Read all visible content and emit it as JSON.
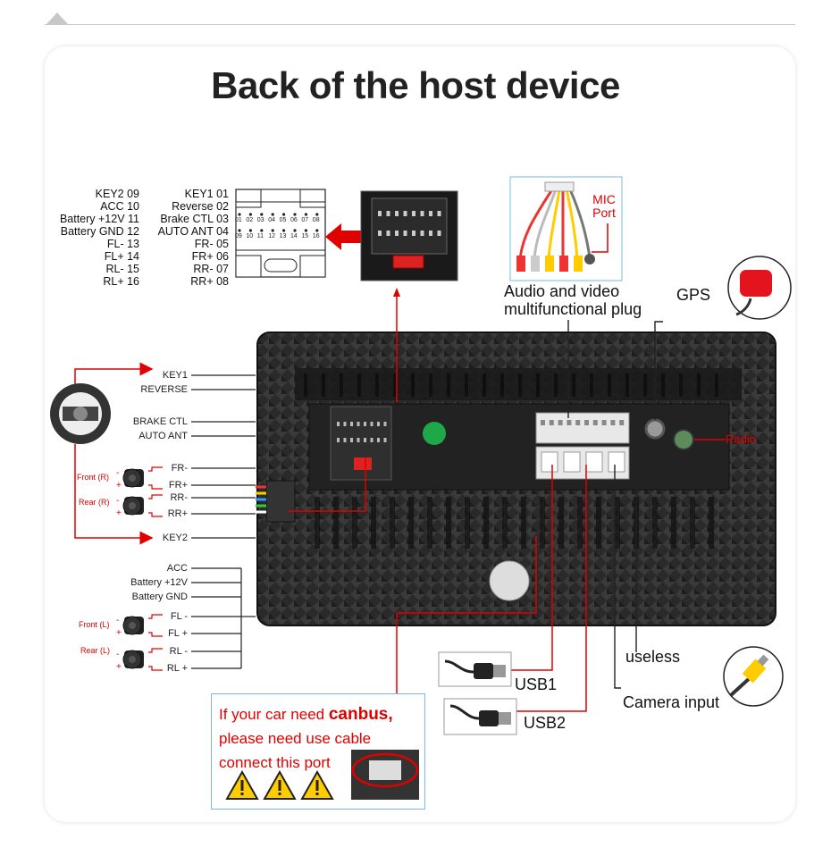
{
  "title": "Back of the host device",
  "connector_pins": {
    "left": [
      "KEY2 09",
      "ACC 10",
      "Battery +12V 11",
      "Battery GND 12",
      "FL- 13",
      "FL+ 14",
      "RL- 15",
      "RL+ 16"
    ],
    "right": [
      "KEY1 01",
      "Reverse 02",
      "Brake CTL 03",
      "AUTO ANT 04",
      "FR- 05",
      "FR+ 06",
      "RR- 07",
      "RR+ 08"
    ],
    "pin_numbers_top": [
      "01",
      "02",
      "03",
      "04",
      "05",
      "06",
      "07",
      "08"
    ],
    "pin_numbers_bottom": [
      "09",
      "10",
      "11",
      "12",
      "13",
      "14",
      "15",
      "16"
    ]
  },
  "mic_port": {
    "line1": "MIC",
    "line2": "Port"
  },
  "labels": {
    "av_line1": "Audio and video",
    "av_line2": "multifunctional plug",
    "gps": "GPS",
    "radio": "Radio",
    "useless": "useless",
    "usb1": "USB1",
    "usb2": "USB2",
    "camera": "Camera input"
  },
  "wires_right": [
    "KEY1",
    "REVERSE",
    "BRAKE CTL",
    "AUTO ANT",
    "FR-",
    "FR+",
    "RR-",
    "RR+",
    "KEY2"
  ],
  "wires_left": [
    "ACC",
    "Battery +12V",
    "Battery GND",
    "FL -",
    "FL +",
    "RL -",
    "RL +"
  ],
  "speakers": {
    "front_r": "Front (R)",
    "rear_r": "Rear (R)",
    "front_l": "Front (L)",
    "rear_l": "Rear (L)"
  },
  "note": {
    "line1_a": "If your car need ",
    "line1_b": "canbus,",
    "line2": "please need use cable",
    "line3": "connect this port"
  },
  "colors": {
    "accent_red": "#e00000",
    "note_border": "#7ab8e0"
  }
}
